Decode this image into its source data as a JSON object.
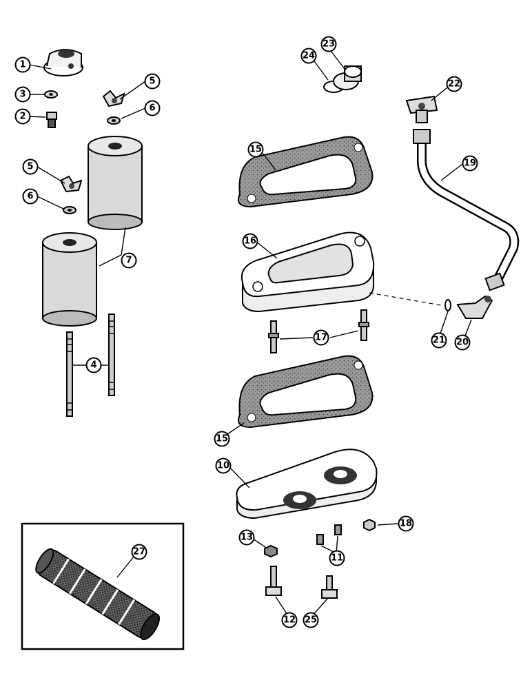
{
  "callouts": {
    "c1": "1",
    "c2": "2",
    "c3": "3",
    "c4": "4",
    "c5a": "5",
    "c5b": "5",
    "c6a": "6",
    "c6b": "6",
    "c7": "7",
    "c10": "10",
    "c11": "11",
    "c12": "12",
    "c13": "13",
    "c15a": "15",
    "c15b": "15",
    "c16": "16",
    "c17": "17",
    "c18": "18",
    "c19": "19",
    "c20": "20",
    "c21": "21",
    "c22": "22",
    "c23": "23",
    "c24": "24",
    "c25": "25",
    "c27": "27"
  },
  "colors": {
    "ink": "#000000",
    "paper": "#ffffff",
    "gasket": "#8a8a8a",
    "filter": "#d9d9d9"
  }
}
